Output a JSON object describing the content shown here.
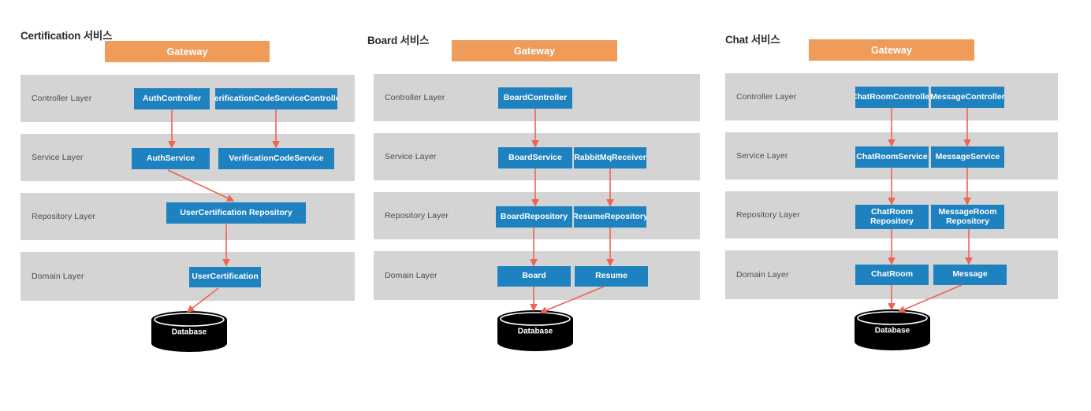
{
  "diagram": {
    "title_color": "#2b2b2b",
    "accent_gateway": "#ef9b59",
    "accent_node": "#1f82c0",
    "band_color": "#d4d4d4",
    "edge_color": "#ee6352",
    "db_color": "#000000"
  },
  "layers": {
    "controller": "Controller Layer",
    "service": "Service Layer",
    "repository": "Repository Layer",
    "domain": "Domain Layer"
  },
  "panels": [
    {
      "title": "Certification 서비스",
      "gateway": "Gateway",
      "database": "Database",
      "nodes": {
        "controller": [
          "AuthController",
          "VerificationCodeServiceController"
        ],
        "service": [
          "AuthService",
          "VerificationCodeService"
        ],
        "repository": [
          "UserCertification Repository"
        ],
        "domain": [
          "UserCertification"
        ]
      }
    },
    {
      "title": "Board 서비스",
      "gateway": "Gateway",
      "database": "Database",
      "nodes": {
        "controller": [
          "BoardController"
        ],
        "service": [
          "BoardService",
          "RabbitMqReceiver"
        ],
        "repository": [
          "BoardRepository",
          "ResumeRepository"
        ],
        "domain": [
          "Board",
          "Resume"
        ]
      }
    },
    {
      "title": "Chat 서비스",
      "gateway": "Gateway",
      "database": "Database",
      "nodes": {
        "controller": [
          "ChatRoomController",
          "MessageController"
        ],
        "service": [
          "ChatRoomService",
          "MessageService"
        ],
        "repository": [
          "ChatRoom Repository",
          "MessageRoom Repository"
        ],
        "domain": [
          "ChatRoom",
          "Message"
        ]
      }
    }
  ]
}
